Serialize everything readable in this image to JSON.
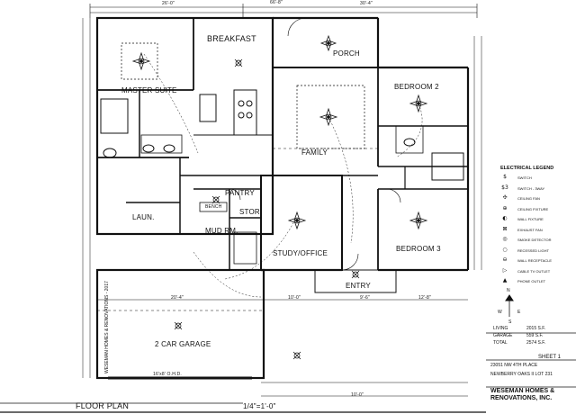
{
  "rooms": {
    "breakfast": "BREAKFAST",
    "porch": "PORCH",
    "master_suite": "MASTER SUITE",
    "bedroom2": "BEDROOM 2",
    "family": "FAMILY",
    "pantry": "PANTRY",
    "stor": "STOR",
    "laun": "LAUN.",
    "mud_rm": "MUD RM.",
    "study": "STUDY/OFFICE",
    "bedroom3": "BEDROOM 3",
    "entry": "ENTRY",
    "garage": "2 CAR GARAGE",
    "bench": "BENCH"
  },
  "drawing": {
    "floor_plan": "FLOOR PLAN",
    "scale": "1/4\"=1'-0\""
  },
  "legend": {
    "title": "ELECTRICAL LEGEND",
    "items": [
      "SWITCH",
      "SWITCH - 3WAY",
      "CEILING FAN",
      "CEILING FIXTURE",
      "WALL FIXTURE",
      "EXHAUST FAN",
      "SMOKE DETECTOR",
      "RECESSED LIGHT",
      "WALL RECEPTACLE",
      "CABLE TV OUTLET",
      "PHONE OUTLET"
    ]
  },
  "areas": {
    "rows": [
      {
        "label": "LIVING",
        "value": "2015 S.F."
      },
      {
        "label": "GARAGE",
        "value": "559 S.F."
      },
      {
        "label": "TOTAL",
        "value": "2574 S.F."
      }
    ]
  },
  "title_block": {
    "sheet": "SHEET 1",
    "address": "23051 NW 4TH PLACE",
    "lot": "NEWBERRY OAKS II LOT 231",
    "company_1": "WESEMAN HOMES &",
    "company_2": "RENOVATIONS, INC.",
    "side_text": "WESEMAN HOMES & RENOVATIONS - 2017"
  },
  "dimensions": {
    "top_left": "26'-0\"",
    "top_total": "66'-8\"",
    "top_right": "30'-4\"",
    "garage_door": "16'x8' O.H.D.",
    "dim_a": "20'-4\"",
    "dim_b": "10'-0\"",
    "dim_c": "9'-6\"",
    "dim_d": "12'-8\"",
    "dim_e": "10'-0\""
  },
  "compass": {
    "n": "N",
    "e": "E",
    "w": "W",
    "s": "S"
  }
}
